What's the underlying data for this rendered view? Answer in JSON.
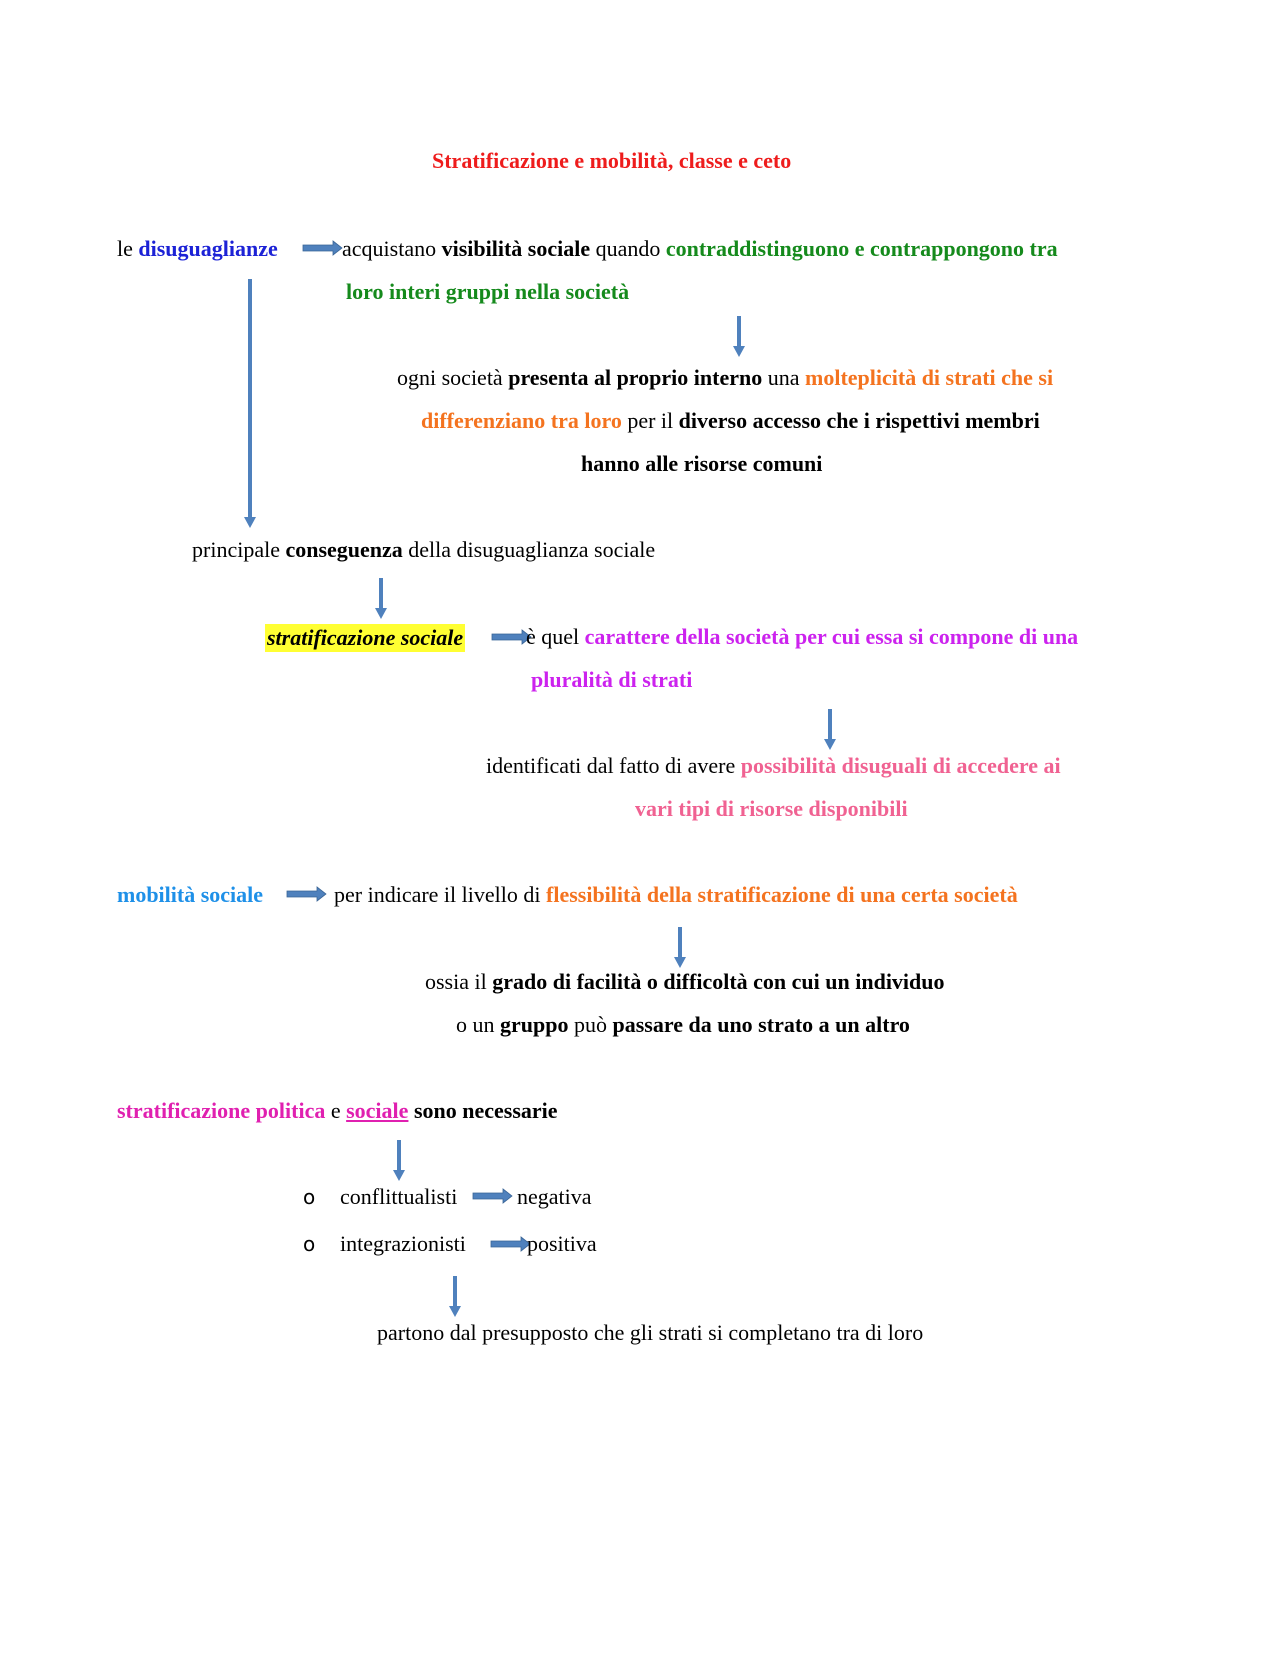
{
  "title": "Stratificazione e mobilità, classe e ceto",
  "s1": {
    "le": "le ",
    "disuguaglianze": "disuguaglianze",
    "acquistano": "acquistano ",
    "visibilita": "visibilità sociale",
    "quando": " quando ",
    "contra": "contraddistinguono e contrappongono tra",
    "loro": "loro interi gruppi nella società"
  },
  "s2": {
    "ogni": "ogni società ",
    "presenta": "presenta al proprio interno",
    "una": " una ",
    "molteplicita": "molteplicità di strati che si",
    "differenziano": "differenziano tra loro",
    "peril": " per il ",
    "diverso": "diverso accesso che i rispettivi membri",
    "hanno": "hanno alle risorse comuni"
  },
  "s3": {
    "principale": "principale ",
    "conseguenza": "conseguenza",
    "della": " della disuguaglianza sociale"
  },
  "s4": {
    "strat": "stratificazione sociale",
    "equel": "è quel ",
    "carattere": "carattere della società per cui essa si compone di una",
    "pluralita": "pluralità di strati"
  },
  "s5": {
    "identificati": "identificati dal fatto di avere ",
    "possibilita": "possibilità disuguali di accedere ai",
    "vari": "vari tipi di risorse disponibili"
  },
  "s6": {
    "mobilita": "mobilità sociale",
    "per": "per indicare il livello di ",
    "flessibilita": "flessibilità della stratificazione di una certa società"
  },
  "s7": {
    "ossia": "ossia il ",
    "grado": "grado di facilità o difficoltà con cui un individuo",
    "oun": "o un ",
    "gruppo": "gruppo",
    "puo": " può ",
    "passare": "passare da uno strato a un altro"
  },
  "s8": {
    "stratpol": "stratificazione politica",
    "e": " e ",
    "sociale": "sociale",
    "necessarie": " sono necessarie"
  },
  "list": {
    "bullet": "o",
    "item1": "conflittualisti",
    "item1_result": "negativa",
    "item2": "integrazionisti",
    "item2_result": "positiva"
  },
  "s9": {
    "partono": "partono dal presupposto che gli strati si completano tra di loro"
  },
  "colors": {
    "arrow": "#4f81bd",
    "title": "#ee1c1c"
  }
}
